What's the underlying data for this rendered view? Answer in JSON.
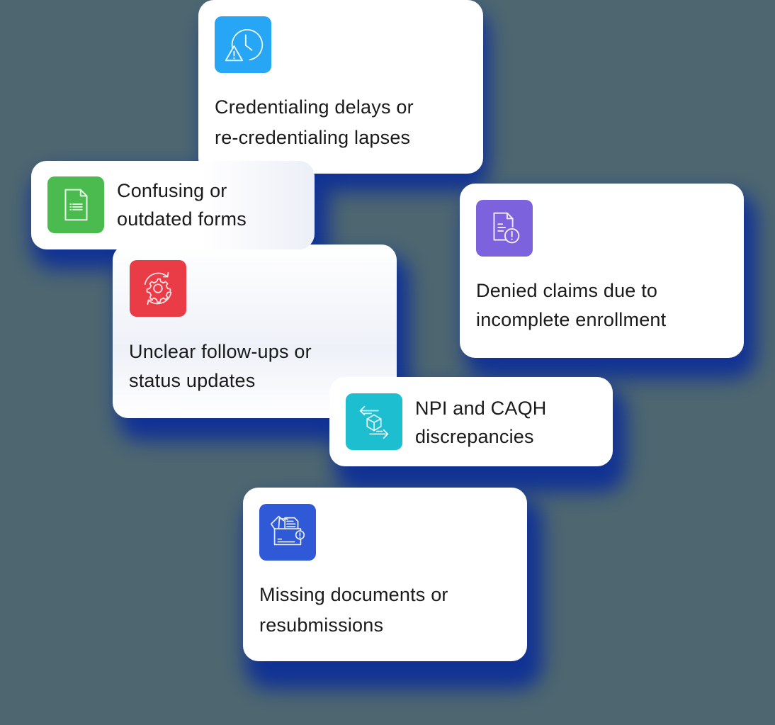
{
  "colors": {
    "background": "#4d6670",
    "glow": "#0d2f96",
    "card": "#ffffff",
    "text": "#1a1a1a"
  },
  "cards": [
    {
      "id": "credentialing",
      "line1": "Credentialing delays or",
      "line2": "re-credentialing lapses",
      "icon": "clock-warning-icon",
      "icon_color": "#27a6f5"
    },
    {
      "id": "forms",
      "line1": "Confusing or",
      "line2": "outdated forms",
      "icon": "document-list-icon",
      "icon_color": "#4cbb4f"
    },
    {
      "id": "denied-claims",
      "line1": "Denied claims due to",
      "line2": "incomplete enrollment",
      "icon": "document-alert-icon",
      "icon_color": "#7c62dc"
    },
    {
      "id": "follow-ups",
      "line1": "Unclear follow-ups or",
      "line2": "status updates",
      "icon": "gear-refresh-icon",
      "icon_color": "#ea3c47"
    },
    {
      "id": "npi-caqh",
      "line1": "NPI and CAQH",
      "line2": "discrepancies",
      "icon": "cube-exchange-icon",
      "icon_color": "#1dbed0"
    },
    {
      "id": "missing-docs",
      "line1": "Missing documents or",
      "line2": "resubmissions",
      "icon": "folder-documents-alert-icon",
      "icon_color": "#2f59d6"
    }
  ]
}
